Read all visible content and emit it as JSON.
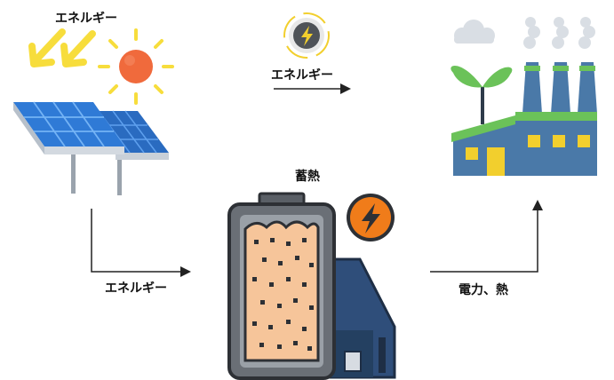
{
  "labels": {
    "sun_energy": "エネルギー",
    "top_energy": "エネルギー",
    "left_energy": "エネルギー",
    "storage": "蓄熱",
    "output": "電力、熱"
  },
  "icons": {
    "sun": "sun-icon",
    "solar_panel": "solar-panel-icon",
    "energy_badge_top": "lightning-bolt-icon",
    "energy_badge_storage": "lightning-bolt-icon",
    "thermal_storage": "thermal-storage-tank-icon",
    "factory": "factory-icon",
    "plant": "sprout-icon",
    "cloud": "cloud-icon"
  },
  "colors": {
    "sun": "#F06A3C",
    "sun_rays": "#F7DD3C",
    "panel_blue": "#2F7AD6",
    "tank_fill": "#F6C59A",
    "tank_frame": "#5A5F66",
    "storage_body": "#2F4E7A",
    "bolt_orange": "#F07C1A",
    "factory_blue": "#4A79A8",
    "roof_green": "#6BC259",
    "window_yellow": "#F2CF2D"
  }
}
